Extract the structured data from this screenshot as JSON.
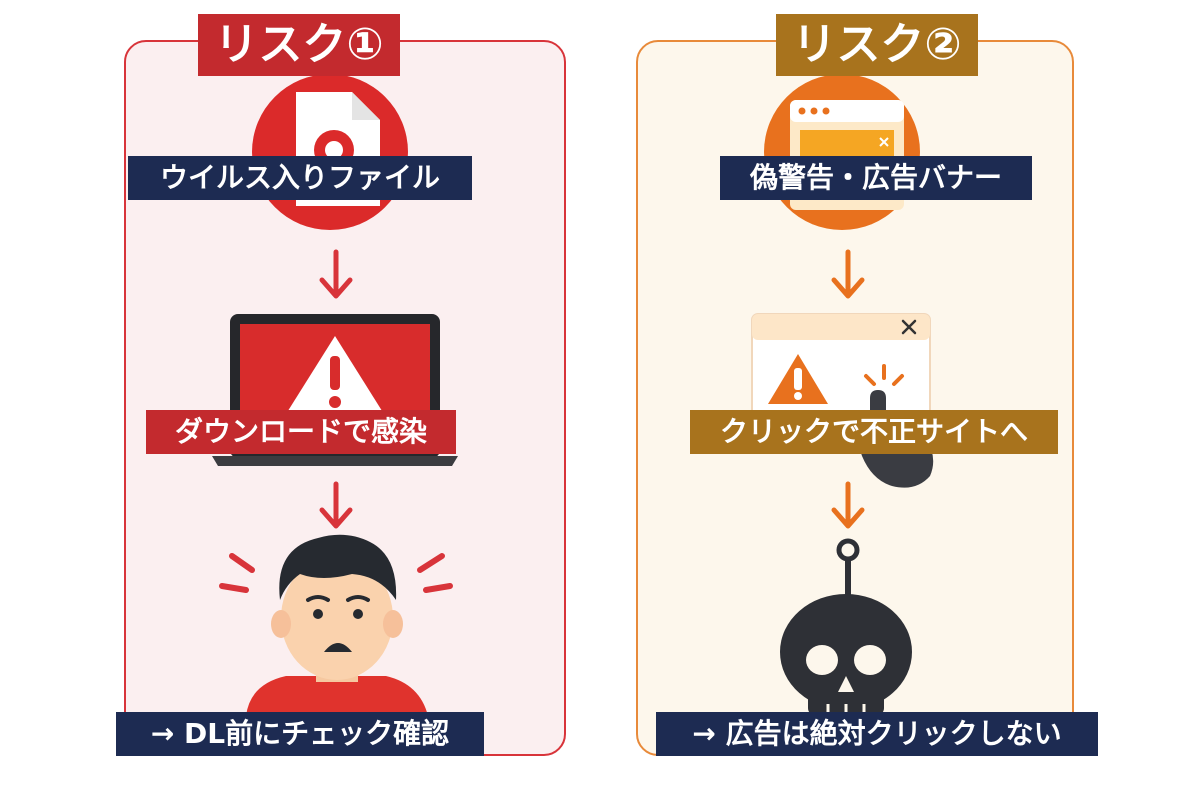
{
  "risks": [
    {
      "title": "リスク①",
      "threat_label": "ウイルス入りファイル",
      "effect_label": "ダウンロードで感染",
      "advice": "→ DL前にチェック確認",
      "colors": {
        "accent": "#d8343a",
        "tag": "#c32a2e",
        "panel_bg": "#fbeff0"
      },
      "icons": [
        "infected-file-icon",
        "laptop-warning-icon",
        "worried-person-icon"
      ]
    },
    {
      "title": "リスク②",
      "threat_label": "偽警告・広告バナー",
      "effect_label": "クリックで不正サイトへ",
      "advice": "→ 広告は絶対クリックしない",
      "colors": {
        "accent": "#e8711e",
        "tag": "#a8731d",
        "panel_bg": "#fdf7ec"
      },
      "icons": [
        "fake-ad-window-icon",
        "popup-warning-click-icon",
        "phishing-skull-icon"
      ]
    }
  ],
  "colors": {
    "label_navy": "#1d2b52"
  }
}
